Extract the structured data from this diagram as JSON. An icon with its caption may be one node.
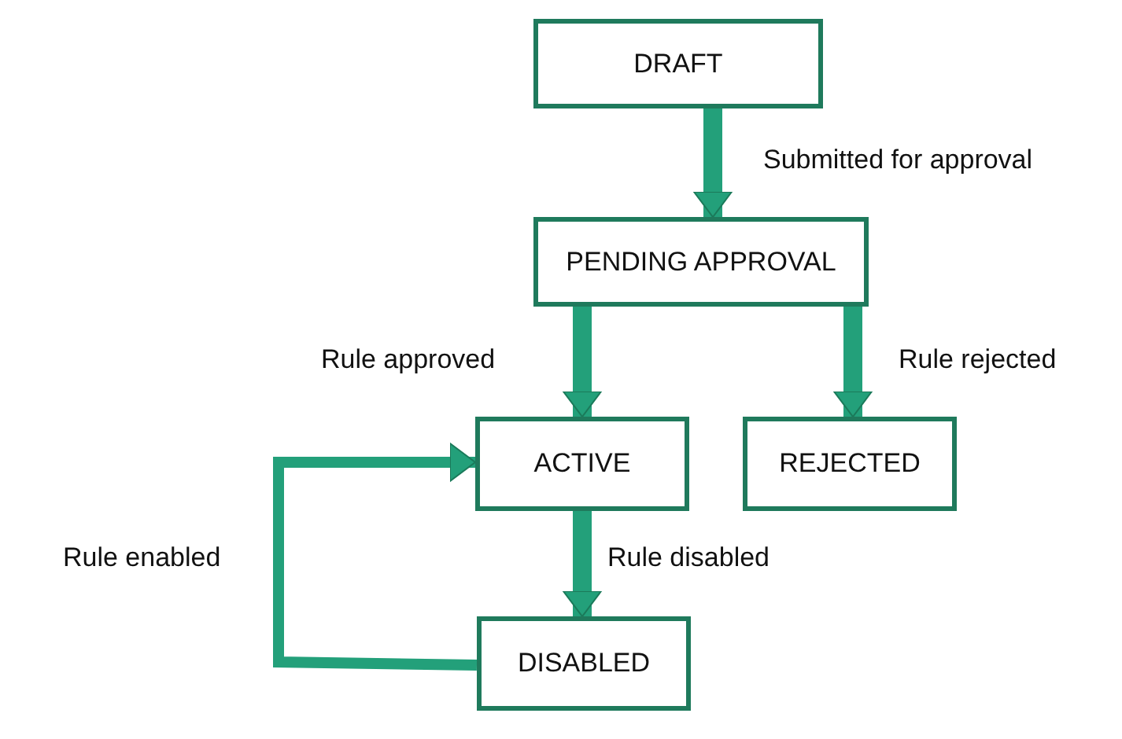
{
  "diagram": {
    "nodes": [
      {
        "text": [
          "DRAFT"
        ]
      },
      {
        "text": [
          "PENDING APPROVAL"
        ]
      },
      {
        "text": [
          "ACTIVE"
        ]
      },
      {
        "text": [
          "REJECTED"
        ]
      },
      {
        "text": [
          "DISABLED"
        ]
      }
    ],
    "edges": [
      {
        "from": 0,
        "to": 1,
        "arrow": "to",
        "label": "Submitted for approval"
      },
      {
        "from": 1,
        "to": 2,
        "arrow": "to",
        "label": "Rule approved"
      },
      {
        "from": 1,
        "to": 3,
        "arrow": "to",
        "label": "Rule rejected"
      },
      {
        "from": 2,
        "to": 4,
        "arrow": "to",
        "label": "Rule disabled"
      },
      {
        "from": 4,
        "to": 2,
        "arrow": "to",
        "label": "Rule enabled"
      }
    ]
  }
}
